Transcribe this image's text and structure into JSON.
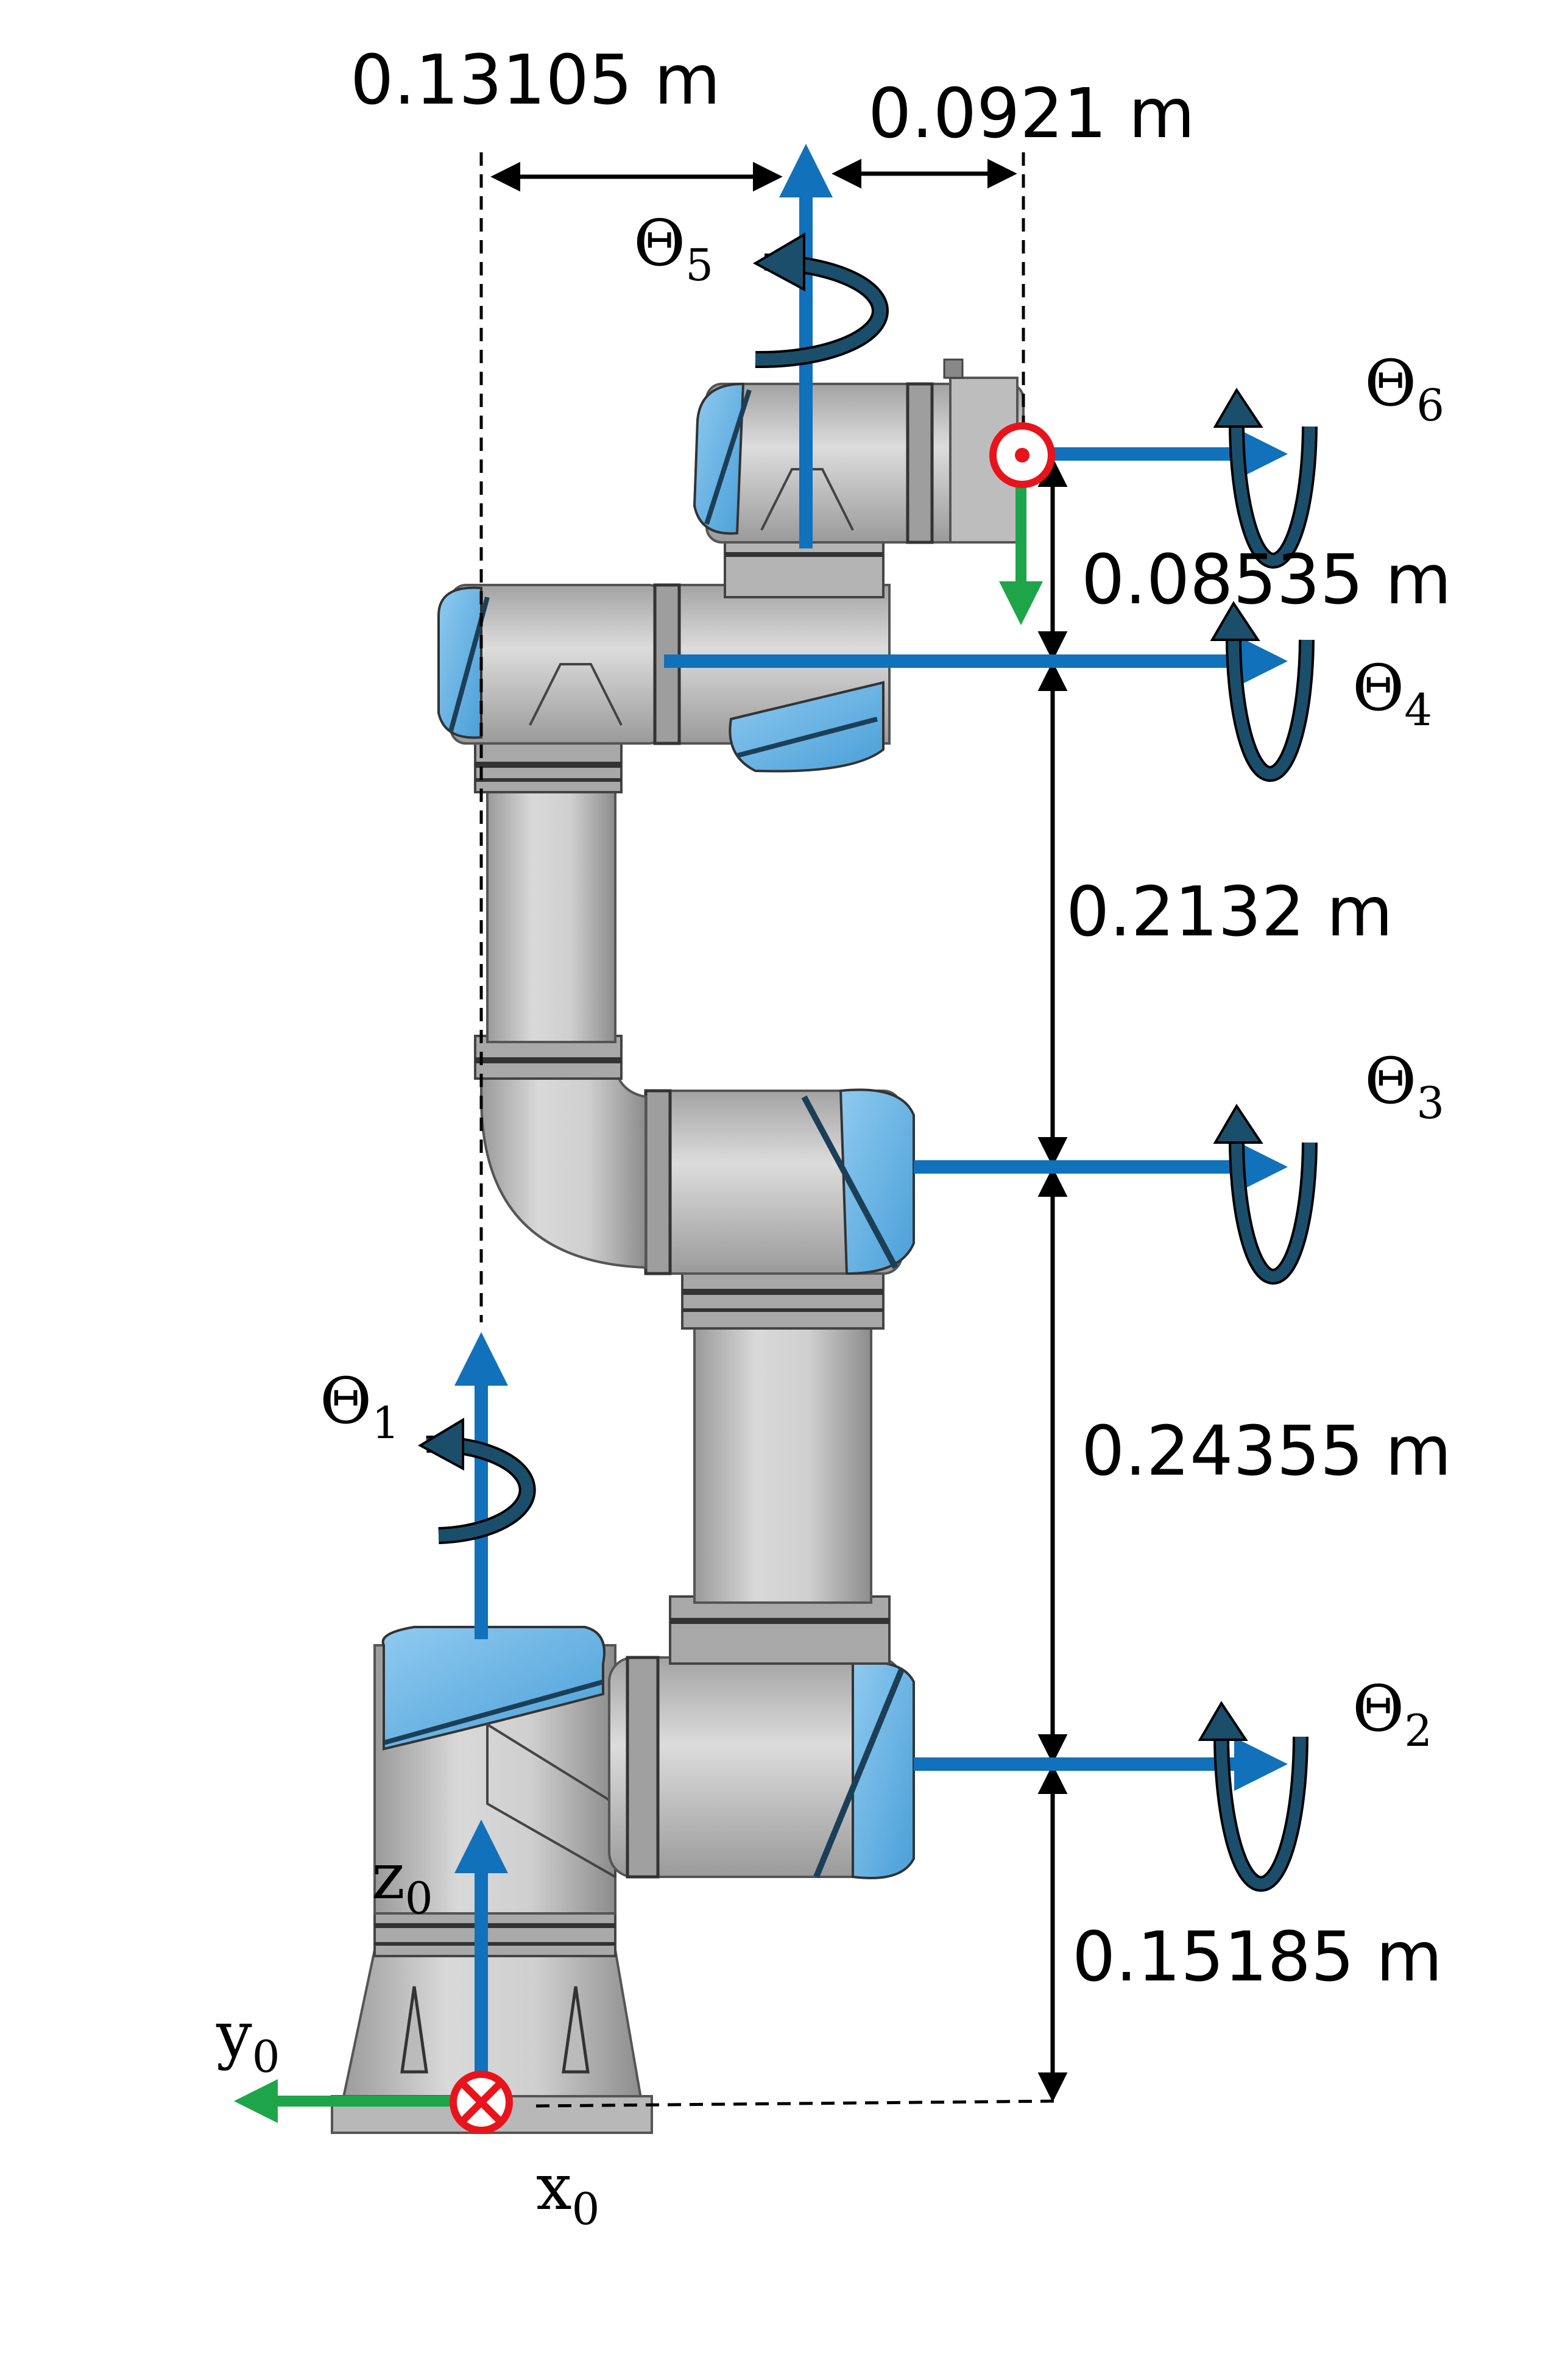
{
  "colors": {
    "axis_blue": "#1171BA",
    "green": "#1EA549",
    "rotation_navy": "#1B4E6B",
    "metal": "#C4C4C4",
    "metal_dark": "#8F8F8F",
    "joint_cap_blue": "#6FB8E6",
    "marker_red": "#E8141B",
    "dimension_black": "#000000"
  },
  "dimensions": {
    "d_top_left": "0.13105 m",
    "d_top_right": "0.0921 m",
    "d_tool": "0.08535 m",
    "d_forearm": "0.2132 m",
    "d_upper_arm": "0.24355 m",
    "d_base": "0.15185 m"
  },
  "joints": {
    "theta1": {
      "symbol": "Θ",
      "sub": "1"
    },
    "theta2": {
      "symbol": "Θ",
      "sub": "2"
    },
    "theta3": {
      "symbol": "Θ",
      "sub": "3"
    },
    "theta4": {
      "symbol": "Θ",
      "sub": "4"
    },
    "theta5": {
      "symbol": "Θ",
      "sub": "5"
    },
    "theta6": {
      "symbol": "Θ",
      "sub": "6"
    }
  },
  "base_frame": {
    "z": {
      "symbol": "z",
      "sub": "0"
    },
    "y": {
      "symbol": "y",
      "sub": "0"
    },
    "x": {
      "symbol": "x",
      "sub": "0"
    }
  }
}
